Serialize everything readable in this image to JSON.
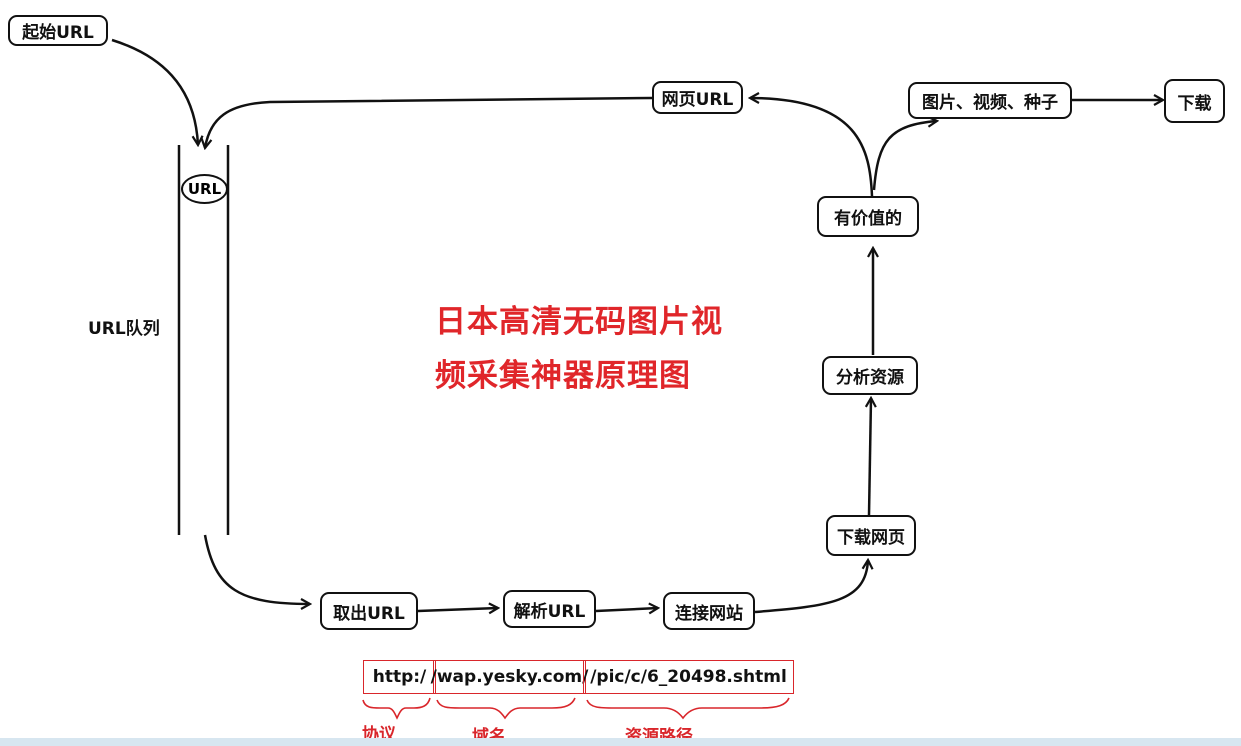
{
  "nodes": {
    "start_url": "起始URL",
    "queue_item": "URL",
    "queue_label": "URL队列",
    "fetch_url": "取出URL",
    "parse_url": "解析URL",
    "connect_site": "连接网站",
    "download_page": "下载网页",
    "analyze_resource": "分析资源",
    "valuable": "有价值的",
    "page_url": "网页URL",
    "media": "图片、视频、种子",
    "download": "下载"
  },
  "title": {
    "line1": "日本高清无码图片视",
    "line2": "频采集神器原理图"
  },
  "url_example": {
    "protocol": "http:/",
    "domain": "/wap.yesky.com/",
    "path": "/pic/c/6_20498.shtml",
    "protocol_caption": "协议",
    "domain_caption": "域名",
    "path_caption": "资源路径"
  },
  "colors": {
    "stroke": "#111111",
    "title": "#e0262a",
    "annotation": "#d9262b"
  }
}
